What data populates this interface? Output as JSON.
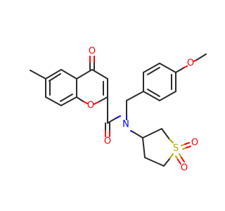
{
  "diagram": {
    "kind": "chemical-structure",
    "atom_labels": {
      "ketone_oxygen": "O",
      "ring_oxygen": "O",
      "amide_oxygen": "O",
      "amide_nitrogen": "N",
      "methoxy_oxygen": "O",
      "sulfur": "S",
      "sulfonyl_oxygen_1": "O",
      "sulfonyl_oxygen_2": "O"
    },
    "colors": {
      "bond": "#2b2b2b",
      "oxygen": "#ff0000",
      "nitrogen": "#0000ff",
      "sulfur": "#b3a400",
      "background": "#ffffff"
    }
  }
}
